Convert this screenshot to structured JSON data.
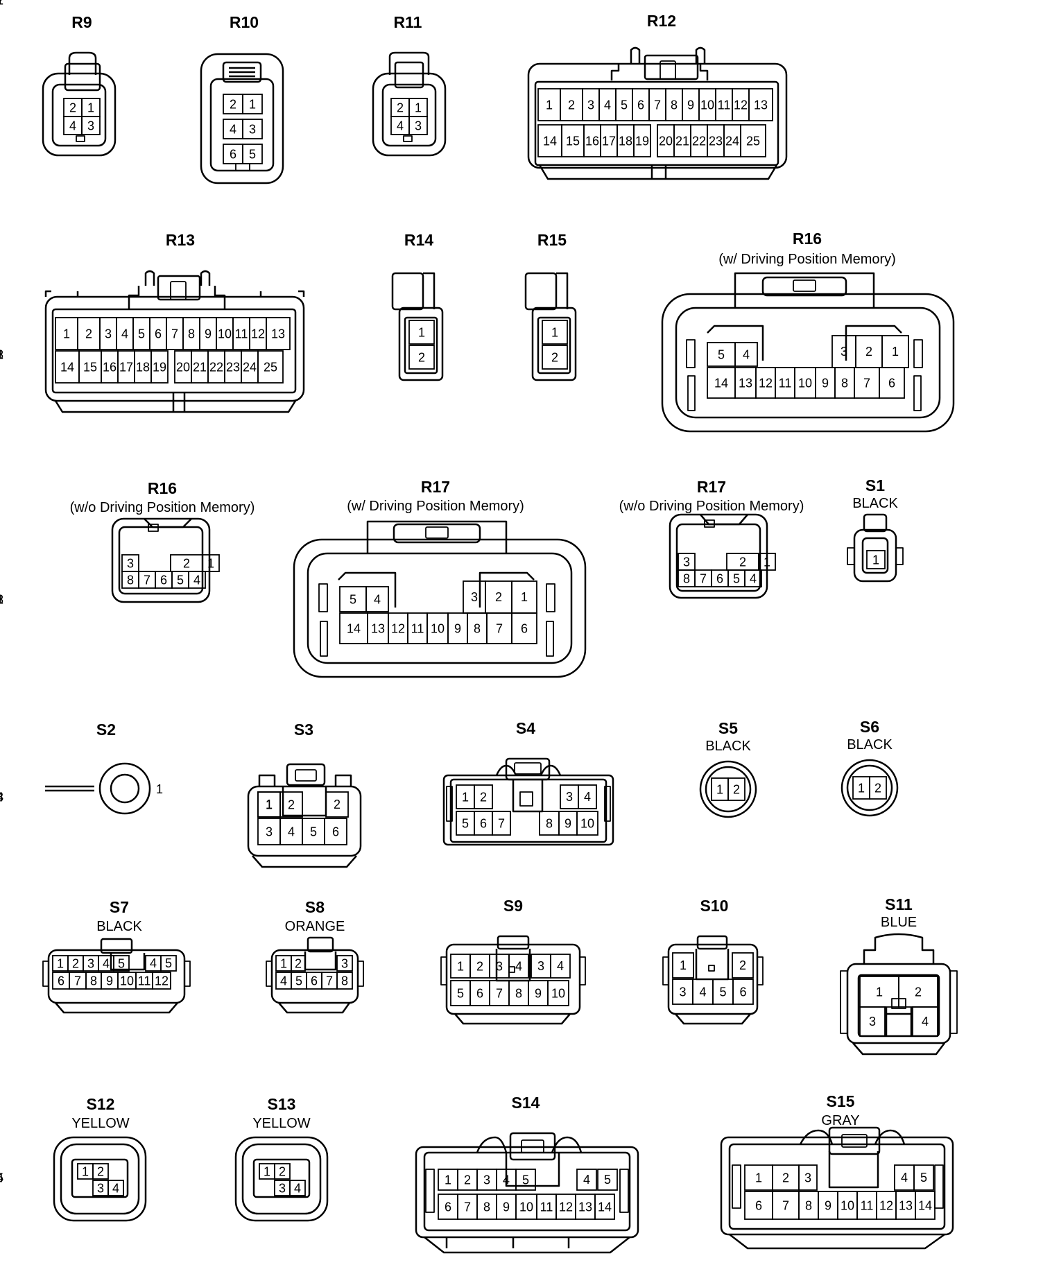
{
  "connectors": {
    "R9": {
      "label": "R9",
      "rows": [
        [
          "2",
          "1"
        ],
        [
          "4",
          "3"
        ]
      ]
    },
    "R10": {
      "label": "R10",
      "rows": [
        [
          "2",
          "1"
        ],
        [
          "4",
          "3"
        ],
        [
          "6",
          "5"
        ]
      ]
    },
    "R11": {
      "label": "R11",
      "rows": [
        [
          "2",
          "1"
        ],
        [
          "4",
          "3"
        ]
      ]
    },
    "R12": {
      "label": "R12",
      "rows": [
        [
          "1",
          "2",
          "3",
          "4",
          "5",
          "6",
          "7",
          "8",
          "9",
          "10",
          "11",
          "12",
          "13"
        ],
        [
          "14",
          "15",
          "16",
          "17",
          "18",
          "19",
          "20",
          "21",
          "22",
          "23",
          "24",
          "25"
        ]
      ]
    },
    "R13": {
      "label": "R13",
      "rows": [
        [
          "1",
          "2",
          "3",
          "4",
          "5",
          "6",
          "7",
          "8",
          "9",
          "10",
          "11",
          "12",
          "13"
        ],
        [
          "14",
          "15",
          "16",
          "17",
          "18",
          "19",
          "20",
          "21",
          "22",
          "23",
          "24",
          "25"
        ]
      ]
    },
    "R14": {
      "label": "R14",
      "rows": [
        [
          "1"
        ],
        [
          "2"
        ]
      ]
    },
    "R15": {
      "label": "R15",
      "rows": [
        [
          "1"
        ],
        [
          "2"
        ]
      ]
    },
    "R16a": {
      "label": "R16",
      "sub": "(w/ Driving Position Memory)",
      "rows": [
        [
          "5",
          "4",
          "3",
          "2",
          "1"
        ],
        [
          "14",
          "13",
          "12",
          "11",
          "10",
          "9",
          "8",
          "7",
          "6"
        ]
      ]
    },
    "R16b": {
      "label": "R16",
      "sub": "(w/o Driving Position Memory)",
      "rows": [
        [
          "3",
          "2",
          "1"
        ],
        [
          "8",
          "7",
          "6",
          "5",
          "4"
        ]
      ]
    },
    "R17a": {
      "label": "R17",
      "sub": "(w/ Driving Position Memory)",
      "rows": [
        [
          "5",
          "4",
          "3",
          "2",
          "1"
        ],
        [
          "14",
          "13",
          "12",
          "11",
          "10",
          "9",
          "8",
          "7",
          "6"
        ]
      ]
    },
    "R17b": {
      "label": "R17",
      "sub": "(w/o Driving Position Memory)",
      "rows": [
        [
          "3",
          "2",
          "1"
        ],
        [
          "8",
          "7",
          "6",
          "5",
          "4"
        ]
      ]
    },
    "S1": {
      "label": "S1",
      "sub": "BLACK",
      "rows": [
        [
          "1"
        ]
      ]
    },
    "S2": {
      "label": "S2",
      "rows": [
        [
          "1"
        ]
      ]
    },
    "S3": {
      "label": "S3",
      "rows": [
        [
          "1",
          "2"
        ],
        [
          "3",
          "4",
          "5",
          "6"
        ]
      ]
    },
    "S4": {
      "label": "S4",
      "rows": [
        [
          "1",
          "2",
          "3",
          "4"
        ],
        [
          "5",
          "6",
          "7",
          "8",
          "9",
          "10"
        ]
      ]
    },
    "S5": {
      "label": "S5",
      "sub": "BLACK",
      "rows": [
        [
          "1",
          "2"
        ]
      ]
    },
    "S6": {
      "label": "S6",
      "sub": "BLACK",
      "rows": [
        [
          "1",
          "2"
        ]
      ]
    },
    "S7": {
      "label": "S7",
      "sub": "BLACK",
      "rows": [
        [
          "1",
          "2",
          "3",
          "4",
          "5"
        ],
        [
          "6",
          "7",
          "8",
          "9",
          "10",
          "11",
          "12"
        ]
      ]
    },
    "S8": {
      "label": "S8",
      "sub": "ORANGE",
      "rows": [
        [
          "1",
          "2",
          "3"
        ],
        [
          "4",
          "5",
          "6",
          "7",
          "8"
        ]
      ]
    },
    "S9": {
      "label": "S9",
      "rows": [
        [
          "1",
          "2",
          "3",
          "4"
        ],
        [
          "5",
          "6",
          "7",
          "8",
          "9",
          "10"
        ]
      ]
    },
    "S10": {
      "label": "S10",
      "rows": [
        [
          "1",
          "2"
        ],
        [
          "3",
          "4",
          "5",
          "6"
        ]
      ]
    },
    "S11": {
      "label": "S11",
      "sub": "BLUE",
      "rows": [
        [
          "1",
          "2"
        ],
        [
          "3",
          "4"
        ]
      ]
    },
    "S12": {
      "label": "S12",
      "sub": "YELLOW",
      "rows": [
        [
          "1",
          "2"
        ],
        [
          "3",
          "4"
        ]
      ]
    },
    "S13": {
      "label": "S13",
      "sub": "YELLOW",
      "rows": [
        [
          "1",
          "2"
        ],
        [
          "3",
          "4"
        ]
      ]
    },
    "S14": {
      "label": "S14",
      "rows": [
        [
          "1",
          "2",
          "3",
          "4",
          "5"
        ],
        [
          "6",
          "7",
          "8",
          "9",
          "10",
          "11",
          "12",
          "13",
          "14"
        ]
      ]
    },
    "S15": {
      "label": "S15",
      "sub": "GRAY",
      "rows": [
        [
          "1",
          "2",
          "3",
          "4",
          "5"
        ],
        [
          "6",
          "7",
          "8",
          "9",
          "10",
          "11",
          "12",
          "13",
          "14"
        ]
      ]
    }
  }
}
